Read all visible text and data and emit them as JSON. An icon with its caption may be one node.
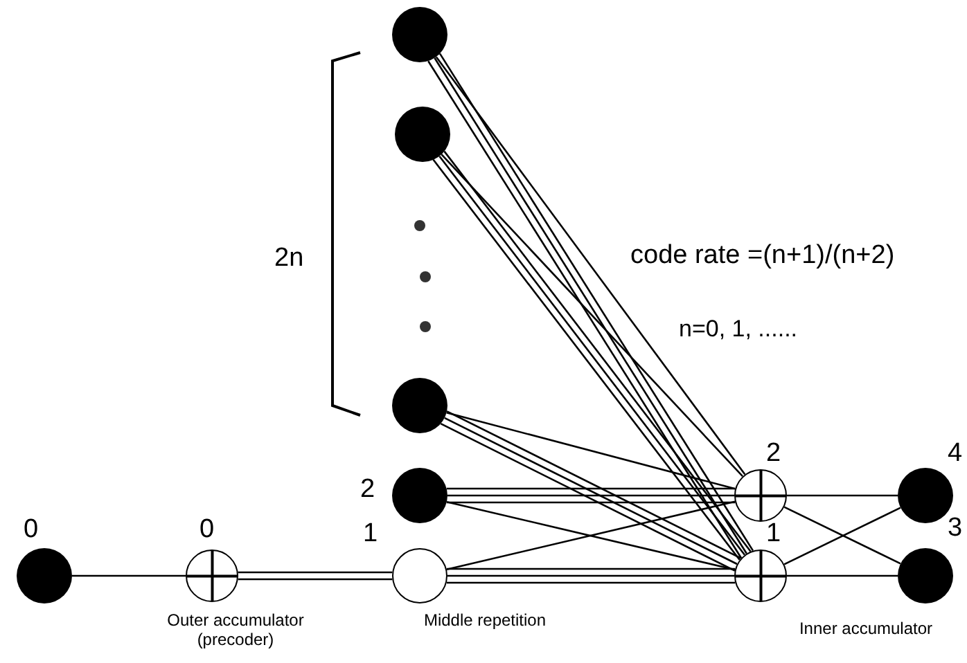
{
  "diagram": {
    "nodes": [
      {
        "text": [],
        "shape": "dot"
      },
      {
        "text": [],
        "shape": "dot"
      },
      {
        "text": [],
        "shape": "dot"
      },
      {
        "text": [],
        "shape": "dot",
        "beside": [
          "2"
        ]
      },
      {
        "text": [],
        "shape": "plus",
        "beside": [
          "2"
        ]
      },
      {
        "text": [],
        "shape": "dot",
        "beside": [
          "4"
        ]
      },
      {
        "text": [],
        "shape": "dot",
        "beside": [
          "0"
        ]
      },
      {
        "text": [],
        "shape": "plus",
        "beside": [
          "0"
        ]
      },
      {
        "text": [],
        "shape": "circle",
        "beside": [
          "1"
        ]
      },
      {
        "text": [],
        "shape": "plus",
        "beside": [
          "1"
        ]
      },
      {
        "text": [],
        "shape": "dot",
        "beside": [
          "3"
        ]
      }
    ],
    "edges": [
      {
        "from": 0,
        "to": 9,
        "arrow": "none"
      },
      {
        "from": 0,
        "to": 9,
        "arrow": "none"
      },
      {
        "from": 0,
        "to": 9,
        "arrow": "none"
      },
      {
        "from": 0,
        "to": 4,
        "arrow": "none"
      },
      {
        "from": 1,
        "to": 9,
        "arrow": "none"
      },
      {
        "from": 1,
        "to": 9,
        "arrow": "none"
      },
      {
        "from": 1,
        "to": 9,
        "arrow": "none"
      },
      {
        "from": 1,
        "to": 4,
        "arrow": "none"
      },
      {
        "from": 2,
        "to": 9,
        "arrow": "none"
      },
      {
        "from": 2,
        "to": 9,
        "arrow": "none"
      },
      {
        "from": 2,
        "to": 9,
        "arrow": "none"
      },
      {
        "from": 2,
        "to": 4,
        "arrow": "none"
      },
      {
        "from": 3,
        "to": 4,
        "arrow": "none"
      },
      {
        "from": 3,
        "to": 4,
        "arrow": "none"
      },
      {
        "from": 3,
        "to": 4,
        "arrow": "none"
      },
      {
        "from": 3,
        "to": 9,
        "arrow": "none"
      },
      {
        "from": 6,
        "to": 7,
        "arrow": "none"
      },
      {
        "from": 7,
        "to": 8,
        "arrow": "none"
      },
      {
        "from": 7,
        "to": 8,
        "arrow": "none"
      },
      {
        "from": 8,
        "to": 9,
        "arrow": "none"
      },
      {
        "from": 8,
        "to": 9,
        "arrow": "none"
      },
      {
        "from": 8,
        "to": 9,
        "arrow": "none"
      },
      {
        "from": 8,
        "to": 4,
        "arrow": "none"
      },
      {
        "from": 4,
        "to": 5,
        "arrow": "none"
      },
      {
        "from": 4,
        "to": 10,
        "arrow": "none"
      },
      {
        "from": 9,
        "to": 5,
        "arrow": "none"
      },
      {
        "from": 9,
        "to": 10,
        "arrow": "none"
      }
    ],
    "labels": [
      "2n",
      "code rate =(n+1)/(n+2)",
      "n=0, 1, ......",
      "Outer accumulator (precoder)",
      "Middle repetition",
      "Inner accumulator"
    ]
  }
}
